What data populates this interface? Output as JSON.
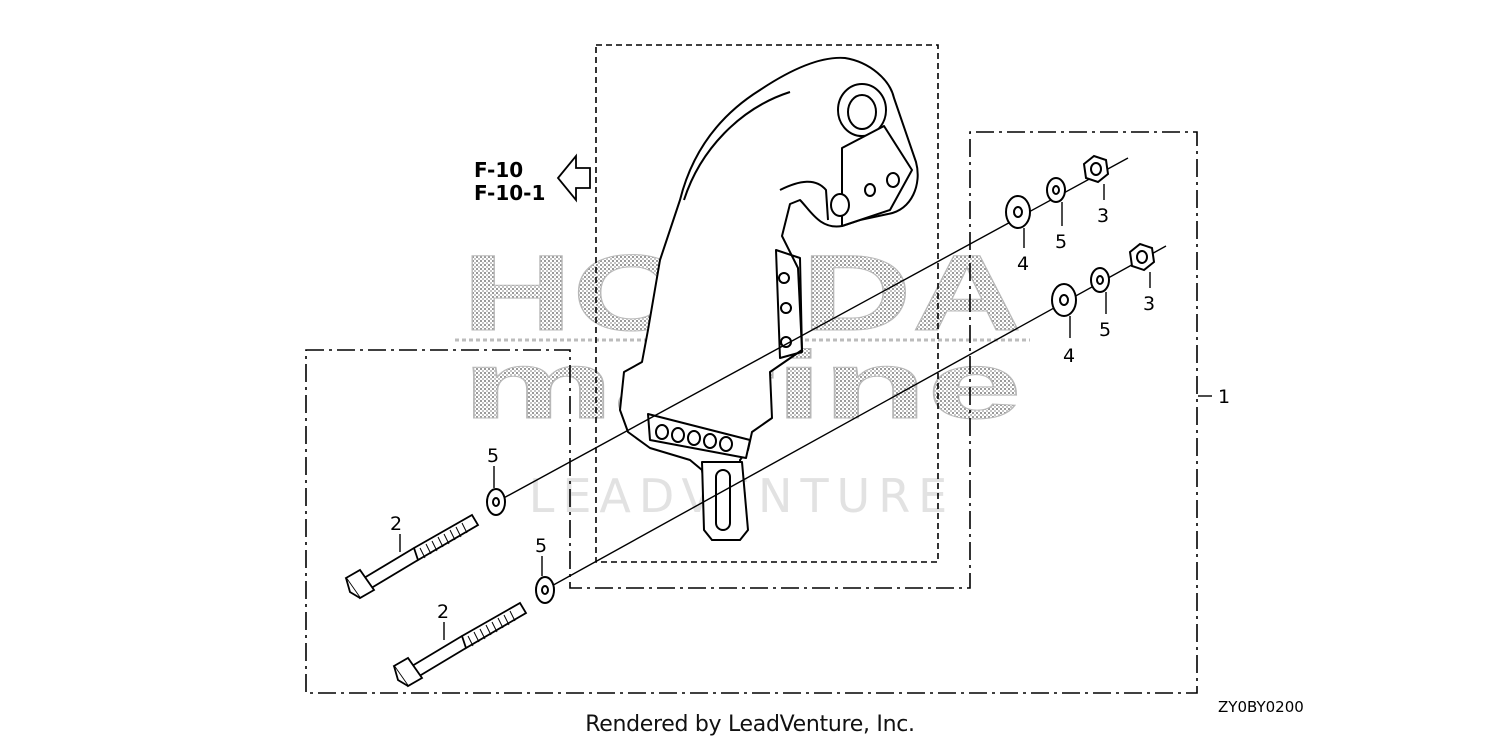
{
  "watermark": {
    "brand_line1": "HONDA",
    "brand_line2": "marine",
    "vendor": "LEADVENTURE"
  },
  "references": {
    "ref1": "F-10",
    "ref2": "F-10-1"
  },
  "callouts": {
    "assembly": "1",
    "bolt": "2",
    "nut": "3",
    "washer_flat": "4",
    "washer_spring": "5"
  },
  "diagram_code": "ZY0BY0200",
  "footer": "Rendered by LeadVenture, Inc."
}
